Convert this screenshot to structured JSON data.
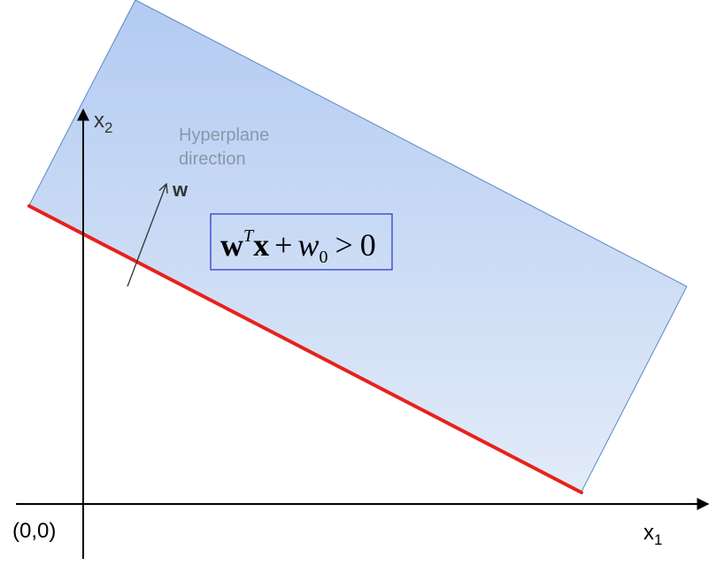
{
  "diagram": {
    "labels": {
      "x2_axis": "x",
      "x2_sub": "2",
      "x1_axis": "x",
      "x1_sub": "1",
      "origin": "(0,0)",
      "hyperplane_line1": "Hyperplane",
      "hyperplane_line2": "direction",
      "w_vector": "w"
    },
    "equation": {
      "w": "w",
      "T": "T",
      "x": "x",
      "plus": "+",
      "w0": "w",
      "zero_sub": "0",
      "gt": ">",
      "zero": "0"
    },
    "colors": {
      "region_top": "#b3cbf2",
      "region_bottom": "#e4ecf8",
      "region_stroke": "#5b87c4",
      "boundary_line": "#e8211c",
      "axis": "#000000",
      "hyperplane_text": "#8a97a8",
      "equation_border": "#2233cc"
    }
  }
}
